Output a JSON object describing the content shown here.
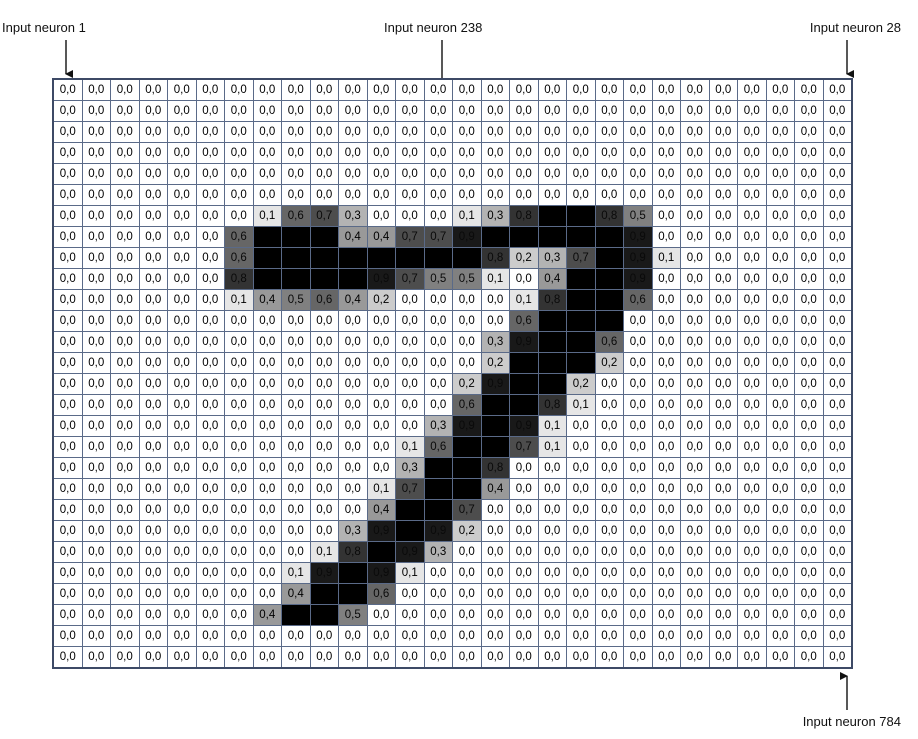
{
  "labels": {
    "first": "Input neuron 1",
    "mid": "Input neuron 238",
    "last_top": "Input neuron 28",
    "last_bottom": "Input neuron 784"
  },
  "colors": {
    "grid_line": "#5a6a88",
    "grid_border": "#3d4a66"
  },
  "grid": [
    [
      "0,0",
      "0,0",
      "0,0",
      "0,0",
      "0,0",
      "0,0",
      "0,0",
      "0,0",
      "0,0",
      "0,0",
      "0,0",
      "0,0",
      "0,0",
      "0,0",
      "0,0",
      "0,0",
      "0,0",
      "0,0",
      "0,0",
      "0,0",
      "0,0",
      "0,0",
      "0,0",
      "0,0",
      "0,0",
      "0,0",
      "0,0",
      "0,0"
    ],
    [
      "0,0",
      "0,0",
      "0,0",
      "0,0",
      "0,0",
      "0,0",
      "0,0",
      "0,0",
      "0,0",
      "0,0",
      "0,0",
      "0,0",
      "0,0",
      "0,0",
      "0,0",
      "0,0",
      "0,0",
      "0,0",
      "0,0",
      "0,0",
      "0,0",
      "0,0",
      "0,0",
      "0,0",
      "0,0",
      "0,0",
      "0,0",
      "0,0"
    ],
    [
      "0,0",
      "0,0",
      "0,0",
      "0,0",
      "0,0",
      "0,0",
      "0,0",
      "0,0",
      "0,0",
      "0,0",
      "0,0",
      "0,0",
      "0,0",
      "0,0",
      "0,0",
      "0,0",
      "0,0",
      "0,0",
      "0,0",
      "0,0",
      "0,0",
      "0,0",
      "0,0",
      "0,0",
      "0,0",
      "0,0",
      "0,0",
      "0,0"
    ],
    [
      "0,0",
      "0,0",
      "0,0",
      "0,0",
      "0,0",
      "0,0",
      "0,0",
      "0,0",
      "0,0",
      "0,0",
      "0,0",
      "0,0",
      "0,0",
      "0,0",
      "0,0",
      "0,0",
      "0,0",
      "0,0",
      "0,0",
      "0,0",
      "0,0",
      "0,0",
      "0,0",
      "0,0",
      "0,0",
      "0,0",
      "0,0",
      "0,0"
    ],
    [
      "0,0",
      "0,0",
      "0,0",
      "0,0",
      "0,0",
      "0,0",
      "0,0",
      "0,0",
      "0,0",
      "0,0",
      "0,0",
      "0,0",
      "0,0",
      "0,0",
      "0,0",
      "0,0",
      "0,0",
      "0,0",
      "0,0",
      "0,0",
      "0,0",
      "0,0",
      "0,0",
      "0,0",
      "0,0",
      "0,0",
      "0,0",
      "0,0"
    ],
    [
      "0,0",
      "0,0",
      "0,0",
      "0,0",
      "0,0",
      "0,0",
      "0,0",
      "0,0",
      "0,0",
      "0,0",
      "0,0",
      "0,0",
      "0,0",
      "0,0",
      "0,0",
      "0,0",
      "0,0",
      "0,0",
      "0,0",
      "0,0",
      "0,0",
      "0,0",
      "0,0",
      "0,0",
      "0,0",
      "0,0",
      "0,0",
      "0,0"
    ],
    [
      "0,0",
      "0,0",
      "0,0",
      "0,0",
      "0,0",
      "0,0",
      "0,0",
      "0,1",
      "0,6",
      "0,7",
      "0,3",
      "0,0",
      "0,0",
      "0,0",
      "0,1",
      "0,3",
      "0,8",
      "1,0",
      "1,0",
      "0,8",
      "0,5",
      "0,0",
      "0,0",
      "0,0",
      "0,0",
      "0,0",
      "0,0",
      "0,0"
    ],
    [
      "0,0",
      "0,0",
      "0,0",
      "0,0",
      "0,0",
      "0,0",
      "0,6",
      "1,0",
      "1,0",
      "1,0",
      "0,4",
      "0,4",
      "0,7",
      "0,7",
      "0,9",
      "1,0",
      "1,0",
      "1,0",
      "1,0",
      "1,0",
      "0,9",
      "0,0",
      "0,0",
      "0,0",
      "0,0",
      "0,0",
      "0,0",
      "0,0"
    ],
    [
      "0,0",
      "0,0",
      "0,0",
      "0,0",
      "0,0",
      "0,0",
      "0,6",
      "1,0",
      "1,0",
      "1,0",
      "1,0",
      "1,0",
      "1,0",
      "1,0",
      "1,0",
      "0,8",
      "0,2",
      "0,3",
      "0,7",
      "1,0",
      "0,9",
      "0,1",
      "0,0",
      "0,0",
      "0,0",
      "0,0",
      "0,0",
      "0,0"
    ],
    [
      "0,0",
      "0,0",
      "0,0",
      "0,0",
      "0,0",
      "0,0",
      "0,8",
      "1,0",
      "1,0",
      "1,0",
      "1,0",
      "0,9",
      "0,7",
      "0,5",
      "0,5",
      "0,1",
      "0,0",
      "0,4",
      "1,0",
      "1,0",
      "0,9",
      "0,0",
      "0,0",
      "0,0",
      "0,0",
      "0,0",
      "0,0",
      "0,0"
    ],
    [
      "0,0",
      "0,0",
      "0,0",
      "0,0",
      "0,0",
      "0,0",
      "0,1",
      "0,4",
      "0,5",
      "0,6",
      "0,4",
      "0,2",
      "0,0",
      "0,0",
      "0,0",
      "0,0",
      "0,1",
      "0,8",
      "1,0",
      "1,0",
      "0,6",
      "0,0",
      "0,0",
      "0,0",
      "0,0",
      "0,0",
      "0,0",
      "0,0"
    ],
    [
      "0,0",
      "0,0",
      "0,0",
      "0,0",
      "0,0",
      "0,0",
      "0,0",
      "0,0",
      "0,0",
      "0,0",
      "0,0",
      "0,0",
      "0,0",
      "0,0",
      "0,0",
      "0,0",
      "0,6",
      "1,0",
      "1,0",
      "1,0",
      "0,0",
      "0,0",
      "0,0",
      "0,0",
      "0,0",
      "0,0",
      "0,0",
      "0,0"
    ],
    [
      "0,0",
      "0,0",
      "0,0",
      "0,0",
      "0,0",
      "0,0",
      "0,0",
      "0,0",
      "0,0",
      "0,0",
      "0,0",
      "0,0",
      "0,0",
      "0,0",
      "0,0",
      "0,3",
      "0,9",
      "1,0",
      "1,0",
      "0,6",
      "0,0",
      "0,0",
      "0,0",
      "0,0",
      "0,0",
      "0,0",
      "0,0",
      "0,0"
    ],
    [
      "0,0",
      "0,0",
      "0,0",
      "0,0",
      "0,0",
      "0,0",
      "0,0",
      "0,0",
      "0,0",
      "0,0",
      "0,0",
      "0,0",
      "0,0",
      "0,0",
      "0,0",
      "0,2",
      "1,0",
      "1,0",
      "1,0",
      "0,2",
      "0,0",
      "0,0",
      "0,0",
      "0,0",
      "0,0",
      "0,0",
      "0,0",
      "0,0"
    ],
    [
      "0,0",
      "0,0",
      "0,0",
      "0,0",
      "0,0",
      "0,0",
      "0,0",
      "0,0",
      "0,0",
      "0,0",
      "0,0",
      "0,0",
      "0,0",
      "0,0",
      "0,2",
      "0,9",
      "1,0",
      "1,0",
      "0,2",
      "0,0",
      "0,0",
      "0,0",
      "0,0",
      "0,0",
      "0,0",
      "0,0",
      "0,0",
      "0,0"
    ],
    [
      "0,0",
      "0,0",
      "0,0",
      "0,0",
      "0,0",
      "0,0",
      "0,0",
      "0,0",
      "0,0",
      "0,0",
      "0,0",
      "0,0",
      "0,0",
      "0,0",
      "0,6",
      "1,0",
      "1,0",
      "0,8",
      "0,1",
      "0,0",
      "0,0",
      "0,0",
      "0,0",
      "0,0",
      "0,0",
      "0,0",
      "0,0",
      "0,0"
    ],
    [
      "0,0",
      "0,0",
      "0,0",
      "0,0",
      "0,0",
      "0,0",
      "0,0",
      "0,0",
      "0,0",
      "0,0",
      "0,0",
      "0,0",
      "0,0",
      "0,3",
      "0,9",
      "1,0",
      "0,9",
      "0,1",
      "0,0",
      "0,0",
      "0,0",
      "0,0",
      "0,0",
      "0,0",
      "0,0",
      "0,0",
      "0,0",
      "0,0"
    ],
    [
      "0,0",
      "0,0",
      "0,0",
      "0,0",
      "0,0",
      "0,0",
      "0,0",
      "0,0",
      "0,0",
      "0,0",
      "0,0",
      "0,0",
      "0,1",
      "0,6",
      "1,0",
      "1,0",
      "0,7",
      "0,1",
      "0,0",
      "0,0",
      "0,0",
      "0,0",
      "0,0",
      "0,0",
      "0,0",
      "0,0",
      "0,0",
      "0,0"
    ],
    [
      "0,0",
      "0,0",
      "0,0",
      "0,0",
      "0,0",
      "0,0",
      "0,0",
      "0,0",
      "0,0",
      "0,0",
      "0,0",
      "0,0",
      "0,3",
      "1,0",
      "1,0",
      "0,8",
      "0,0",
      "0,0",
      "0,0",
      "0,0",
      "0,0",
      "0,0",
      "0,0",
      "0,0",
      "0,0",
      "0,0",
      "0,0",
      "0,0"
    ],
    [
      "0,0",
      "0,0",
      "0,0",
      "0,0",
      "0,0",
      "0,0",
      "0,0",
      "0,0",
      "0,0",
      "0,0",
      "0,0",
      "0,1",
      "0,7",
      "1,0",
      "1,0",
      "0,4",
      "0,0",
      "0,0",
      "0,0",
      "0,0",
      "0,0",
      "0,0",
      "0,0",
      "0,0",
      "0,0",
      "0,0",
      "0,0",
      "0,0"
    ],
    [
      "0,0",
      "0,0",
      "0,0",
      "0,0",
      "0,0",
      "0,0",
      "0,0",
      "0,0",
      "0,0",
      "0,0",
      "0,0",
      "0,4",
      "1,0",
      "1,0",
      "0,7",
      "0,0",
      "0,0",
      "0,0",
      "0,0",
      "0,0",
      "0,0",
      "0,0",
      "0,0",
      "0,0",
      "0,0",
      "0,0",
      "0,0",
      "0,0"
    ],
    [
      "0,0",
      "0,0",
      "0,0",
      "0,0",
      "0,0",
      "0,0",
      "0,0",
      "0,0",
      "0,0",
      "0,0",
      "0,3",
      "0,9",
      "1,0",
      "0,9",
      "0,2",
      "0,0",
      "0,0",
      "0,0",
      "0,0",
      "0,0",
      "0,0",
      "0,0",
      "0,0",
      "0,0",
      "0,0",
      "0,0",
      "0,0",
      "0,0"
    ],
    [
      "0,0",
      "0,0",
      "0,0",
      "0,0",
      "0,0",
      "0,0",
      "0,0",
      "0,0",
      "0,0",
      "0,1",
      "0,8",
      "1,0",
      "0,9",
      "0,3",
      "0,0",
      "0,0",
      "0,0",
      "0,0",
      "0,0",
      "0,0",
      "0,0",
      "0,0",
      "0,0",
      "0,0",
      "0,0",
      "0,0",
      "0,0",
      "0,0"
    ],
    [
      "0,0",
      "0,0",
      "0,0",
      "0,0",
      "0,0",
      "0,0",
      "0,0",
      "0,0",
      "0,1",
      "0,9",
      "1,0",
      "0,9",
      "0,1",
      "0,0",
      "0,0",
      "0,0",
      "0,0",
      "0,0",
      "0,0",
      "0,0",
      "0,0",
      "0,0",
      "0,0",
      "0,0",
      "0,0",
      "0,0",
      "0,0",
      "0,0"
    ],
    [
      "0,0",
      "0,0",
      "0,0",
      "0,0",
      "0,0",
      "0,0",
      "0,0",
      "0,0",
      "0,4",
      "1,0",
      "1,0",
      "0,6",
      "0,0",
      "0,0",
      "0,0",
      "0,0",
      "0,0",
      "0,0",
      "0,0",
      "0,0",
      "0,0",
      "0,0",
      "0,0",
      "0,0",
      "0,0",
      "0,0",
      "0,0",
      "0,0"
    ],
    [
      "0,0",
      "0,0",
      "0,0",
      "0,0",
      "0,0",
      "0,0",
      "0,0",
      "0,4",
      "1,0",
      "1,0",
      "0,5",
      "0,0",
      "0,0",
      "0,0",
      "0,0",
      "0,0",
      "0,0",
      "0,0",
      "0,0",
      "0,0",
      "0,0",
      "0,0",
      "0,0",
      "0,0",
      "0,0",
      "0,0",
      "0,0",
      "0,0"
    ],
    [
      "0,0",
      "0,0",
      "0,0",
      "0,0",
      "0,0",
      "0,0",
      "0,0",
      "0,0",
      "0,0",
      "0,0",
      "0,0",
      "0,0",
      "0,0",
      "0,0",
      "0,0",
      "0,0",
      "0,0",
      "0,0",
      "0,0",
      "0,0",
      "0,0",
      "0,0",
      "0,0",
      "0,0",
      "0,0",
      "0,0",
      "0,0",
      "0,0"
    ],
    [
      "0,0",
      "0,0",
      "0,0",
      "0,0",
      "0,0",
      "0,0",
      "0,0",
      "0,0",
      "0,0",
      "0,0",
      "0,0",
      "0,0",
      "0,0",
      "0,0",
      "0,0",
      "0,0",
      "0,0",
      "0,0",
      "0,0",
      "0,0",
      "0,0",
      "0,0",
      "0,0",
      "0,0",
      "0,0",
      "0,0",
      "0,0",
      "0,0"
    ]
  ]
}
